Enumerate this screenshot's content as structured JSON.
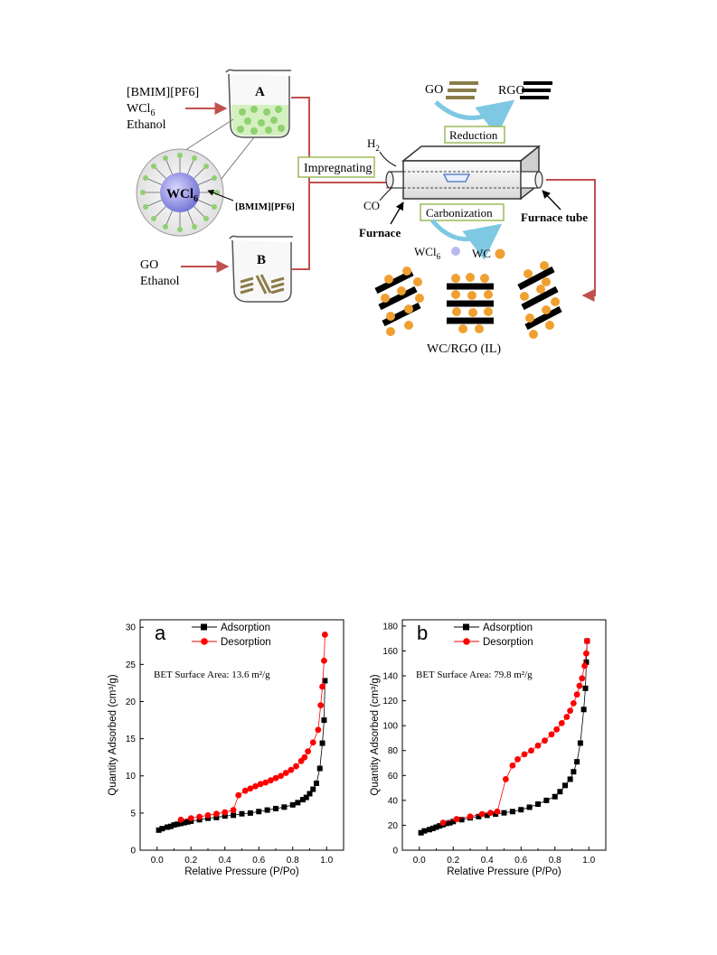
{
  "scheme": {
    "beaker_a": {
      "label": "A",
      "inputs": [
        "[BMIM][PF6]",
        "WCl",
        "Ethanol"
      ],
      "wcl_sub": "6"
    },
    "beaker_b": {
      "label": "B",
      "inputs": [
        "GO",
        "Ethanol"
      ]
    },
    "micelle": {
      "core": "WCl",
      "core_sub": "6",
      "shell_label": "[BMIM][PF6]"
    },
    "impregnating": "Impregnating",
    "gas_h2": "H",
    "gas_h2_sub": "2",
    "gas_co": "CO",
    "furnace_label": "Furnace",
    "furnace_tube_label": "Furnace tube",
    "reduction": {
      "box": "Reduction",
      "from": "GO",
      "to": "RGO"
    },
    "carbonization": {
      "box": "Carbonization",
      "from": "WCl",
      "from_sub": "6",
      "to": "WC"
    },
    "product": "WC/RGO (IL)",
    "colors": {
      "arrow": "#c0504d",
      "box_border": "#9bbb59",
      "go": "#8b7d4a",
      "rgo": "#000000",
      "wc": "#f0a030",
      "nanoparticle": "#8fd071",
      "swirl": "#7ec8e3",
      "wcl6": "#b8b8f0"
    }
  },
  "chart_data": [
    {
      "type": "scatter",
      "panel_label": "a",
      "xlabel": "Relative Pressure (P/Po)",
      "ylabel": "Quantity Adsorbed (cm³/g)",
      "xlim": [
        -0.1,
        1.1
      ],
      "ylim": [
        0,
        31
      ],
      "xticks": [
        "0.0",
        "0.2",
        "0.4",
        "0.6",
        "0.8",
        "1.0"
      ],
      "yticks": [
        "0",
        "5",
        "10",
        "15",
        "20",
        "25",
        "30"
      ],
      "annotation": "BET Surface Area:   13.6  m²/g",
      "legend_position": "top-left",
      "series": [
        {
          "name": "Adsorption",
          "color": "#000000",
          "marker": "square",
          "x": [
            0.01,
            0.03,
            0.06,
            0.08,
            0.1,
            0.12,
            0.14,
            0.16,
            0.18,
            0.2,
            0.25,
            0.3,
            0.35,
            0.4,
            0.45,
            0.5,
            0.55,
            0.6,
            0.65,
            0.7,
            0.75,
            0.8,
            0.83,
            0.86,
            0.88,
            0.9,
            0.92,
            0.94,
            0.96,
            0.975,
            0.985,
            0.99
          ],
          "y": [
            2.7,
            2.9,
            3.1,
            3.2,
            3.4,
            3.5,
            3.6,
            3.7,
            3.8,
            3.9,
            4.1,
            4.3,
            4.4,
            4.6,
            4.7,
            4.9,
            5.0,
            5.2,
            5.4,
            5.6,
            5.8,
            6.1,
            6.4,
            6.8,
            7.1,
            7.6,
            8.2,
            9.0,
            11.0,
            14.4,
            17.5,
            22.8
          ]
        },
        {
          "name": "Desorption",
          "color": "#ff0000",
          "marker": "circle",
          "x": [
            0.99,
            0.985,
            0.975,
            0.965,
            0.95,
            0.92,
            0.89,
            0.87,
            0.85,
            0.82,
            0.79,
            0.76,
            0.73,
            0.7,
            0.67,
            0.64,
            0.61,
            0.58,
            0.55,
            0.52,
            0.48,
            0.45,
            0.4,
            0.35,
            0.3,
            0.25,
            0.2,
            0.14
          ],
          "y": [
            29.0,
            25.5,
            22.0,
            19.5,
            16.2,
            14.5,
            13.3,
            12.5,
            12.0,
            11.3,
            10.8,
            10.4,
            10.0,
            9.7,
            9.4,
            9.1,
            8.9,
            8.6,
            8.3,
            8.0,
            7.4,
            5.4,
            5.1,
            4.9,
            4.7,
            4.5,
            4.3,
            4.1
          ]
        }
      ]
    },
    {
      "type": "scatter",
      "panel_label": "b",
      "xlabel": "Relative Pressure (P/Po)",
      "ylabel": "Quantity Adsorbed (cm³/g)",
      "xlim": [
        -0.1,
        1.1
      ],
      "ylim": [
        0,
        185
      ],
      "xticks": [
        "0.0",
        "0.2",
        "0.4",
        "0.6",
        "0.8",
        "1.0"
      ],
      "yticks": [
        "0",
        "20",
        "40",
        "60",
        "80",
        "100",
        "120",
        "140",
        "160",
        "180"
      ],
      "annotation": "BET Surface Area:   79.8  m²/g",
      "legend_position": "top-left",
      "series": [
        {
          "name": "Adsorption",
          "color": "#000000",
          "marker": "square",
          "x": [
            0.01,
            0.03,
            0.06,
            0.08,
            0.1,
            0.12,
            0.14,
            0.16,
            0.18,
            0.2,
            0.25,
            0.3,
            0.35,
            0.4,
            0.45,
            0.5,
            0.55,
            0.6,
            0.65,
            0.7,
            0.75,
            0.8,
            0.83,
            0.86,
            0.89,
            0.91,
            0.93,
            0.95,
            0.97,
            0.98,
            0.985,
            0.99
          ],
          "y": [
            14,
            15.5,
            16.5,
            17.5,
            18.5,
            19.5,
            20.5,
            21.5,
            22,
            23,
            24.5,
            26,
            27,
            28,
            29,
            30,
            31,
            32.5,
            34.5,
            37,
            40,
            43,
            47,
            52,
            57,
            63,
            71,
            86,
            113,
            130,
            151,
            168
          ]
        },
        {
          "name": "Desorption",
          "color": "#ff0000",
          "marker": "circle",
          "x": [
            0.99,
            0.985,
            0.975,
            0.96,
            0.945,
            0.93,
            0.91,
            0.89,
            0.87,
            0.84,
            0.81,
            0.78,
            0.74,
            0.7,
            0.66,
            0.62,
            0.58,
            0.55,
            0.51,
            0.46,
            0.42,
            0.37,
            0.3,
            0.22,
            0.14
          ],
          "y": [
            168,
            158,
            148,
            138,
            132,
            125,
            118,
            112,
            107,
            102,
            97,
            93,
            88,
            84,
            80,
            77,
            73,
            68,
            57,
            31,
            30,
            29,
            27,
            25,
            22
          ]
        }
      ]
    }
  ]
}
